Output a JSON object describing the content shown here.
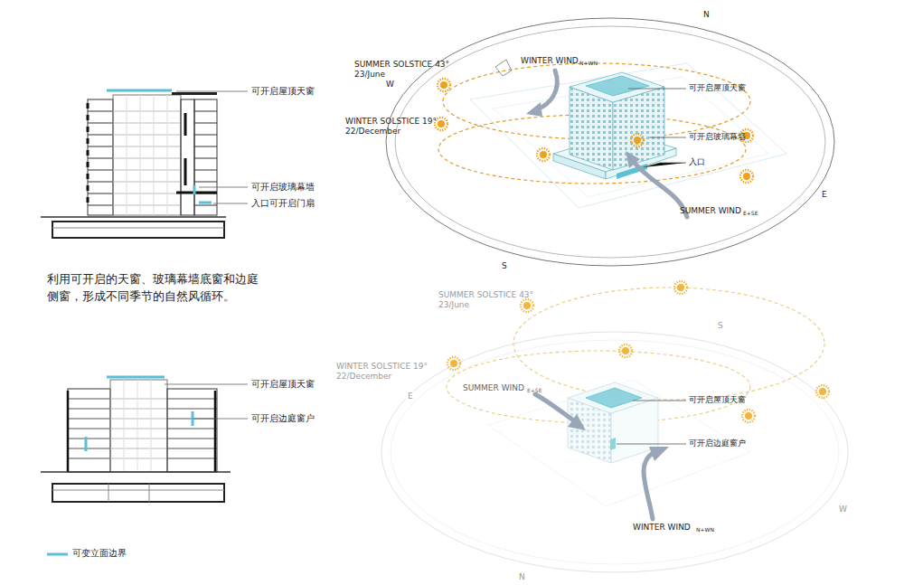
{
  "diagram": {
    "labels": [
      "可开启屋顶天窗",
      "可开启玻璃幕墙",
      "入口可开启门扇",
      "利用可开启的天窗、玻璃幕墙底窗和边庭侧窗，形成不同季节的自然风循环。",
      "可开启屋顶天窗",
      "可开启边庭窗户",
      "N",
      "SUMMER SOLSTICE 43°",
      "23/June",
      "W",
      "WINTER WIND",
      "N+WN",
      "WINTER SOLSTICE 19°",
      "22/December",
      "可开启屋顶天窗",
      "可开启玻璃幕墙",
      "入口",
      "E",
      "SUMMER WIND",
      "E+SE",
      "S",
      "SUMMER SOLSTICE 43°",
      "23/June",
      "S",
      "WINTER SOLSTICE 19°",
      "22/December",
      "E",
      "SUMMER WIND",
      "E+SE",
      "可开启屋顶天窗",
      "可开启边庭窗户",
      "WINTER WIND",
      "N+WN",
      "W",
      "N"
    ],
    "legend": [
      {
        "text": "可变立面边界"
      }
    ]
  }
}
